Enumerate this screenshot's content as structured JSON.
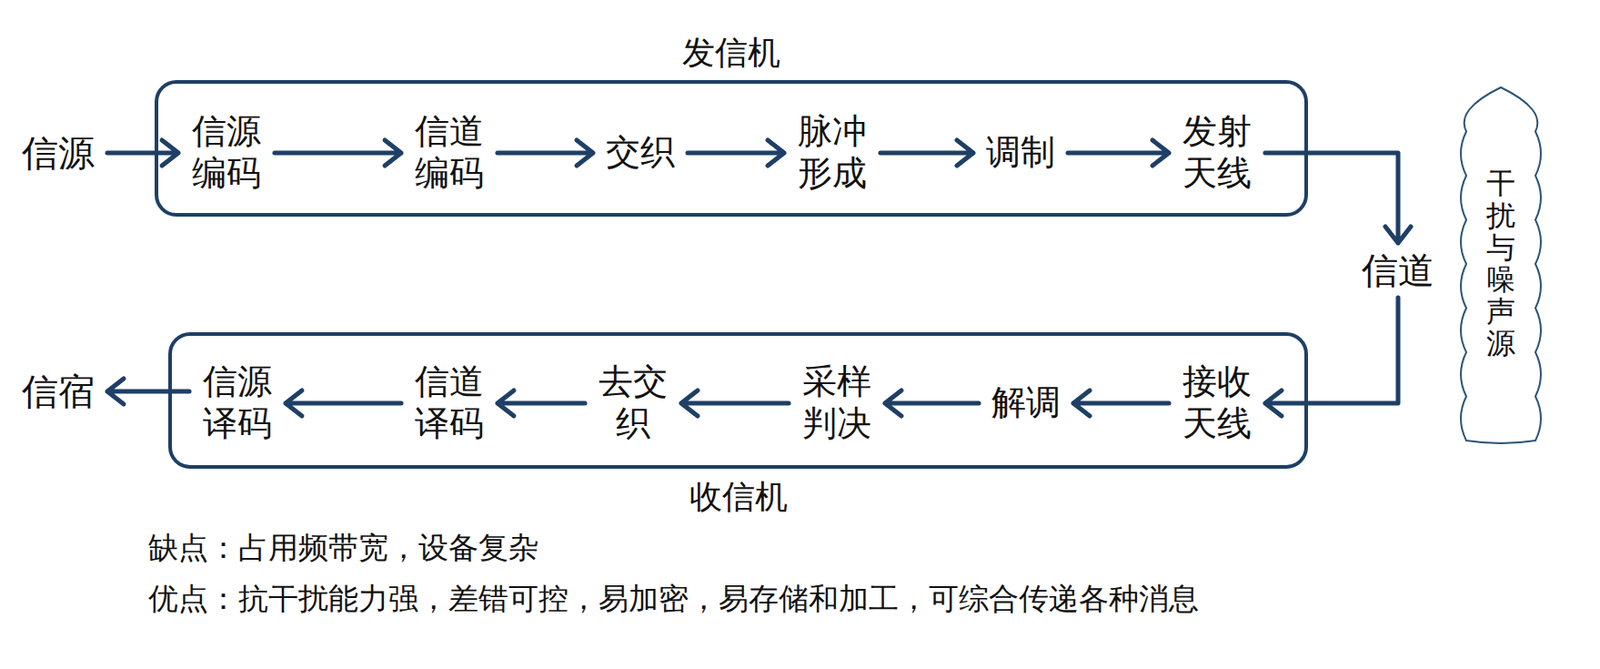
{
  "diagram": {
    "nodes": [
      {
        "text": [
          "信源"
        ]
      },
      {
        "text": [
          "发信机"
        ]
      },
      {
        "text": [
          "信源编码"
        ],
        "in": 1
      },
      {
        "text": [
          "信道编码"
        ],
        "in": 1
      },
      {
        "text": [
          "交织"
        ],
        "in": 1
      },
      {
        "text": [
          "脉冲形成"
        ],
        "in": 1
      },
      {
        "text": [
          "调制"
        ],
        "in": 1
      },
      {
        "text": [
          "发射天线"
        ],
        "in": 1
      },
      {
        "text": [
          "信道"
        ]
      },
      {
        "text": [
          "干扰与噪声源"
        ]
      },
      {
        "text": [
          "收信机"
        ]
      },
      {
        "text": [
          "信源译码"
        ],
        "in": 10
      },
      {
        "text": [
          "信道译码"
        ],
        "in": 10
      },
      {
        "text": [
          "去交织"
        ],
        "in": 10
      },
      {
        "text": [
          "采样判决"
        ],
        "in": 10
      },
      {
        "text": [
          "解调"
        ],
        "in": 10
      },
      {
        "text": [
          "接收天线"
        ],
        "in": 10
      },
      {
        "text": [
          "信宿"
        ]
      }
    ],
    "edges": [
      {
        "from": 0,
        "to": 2,
        "arrow": "to"
      },
      {
        "from": 2,
        "to": 3,
        "arrow": "to"
      },
      {
        "from": 3,
        "to": 4,
        "arrow": "to"
      },
      {
        "from": 4,
        "to": 5,
        "arrow": "to"
      },
      {
        "from": 5,
        "to": 6,
        "arrow": "to"
      },
      {
        "from": 6,
        "to": 7,
        "arrow": "to"
      },
      {
        "from": 7,
        "to": 8,
        "arrow": "to"
      },
      {
        "from": 8,
        "to": 16,
        "arrow": "to"
      },
      {
        "from": 16,
        "to": 15,
        "arrow": "to"
      },
      {
        "from": 15,
        "to": 14,
        "arrow": "to"
      },
      {
        "from": 14,
        "to": 13,
        "arrow": "to"
      },
      {
        "from": 13,
        "to": 12,
        "arrow": "to"
      },
      {
        "from": 12,
        "to": 11,
        "arrow": "to"
      },
      {
        "from": 11,
        "to": 17,
        "arrow": "to"
      }
    ],
    "labels": [
      "缺点：占用频带宽，设备复杂",
      "优点：抗干扰能力强，差错可控，易加密，易存储和加工，可综合传递各种消息"
    ]
  }
}
